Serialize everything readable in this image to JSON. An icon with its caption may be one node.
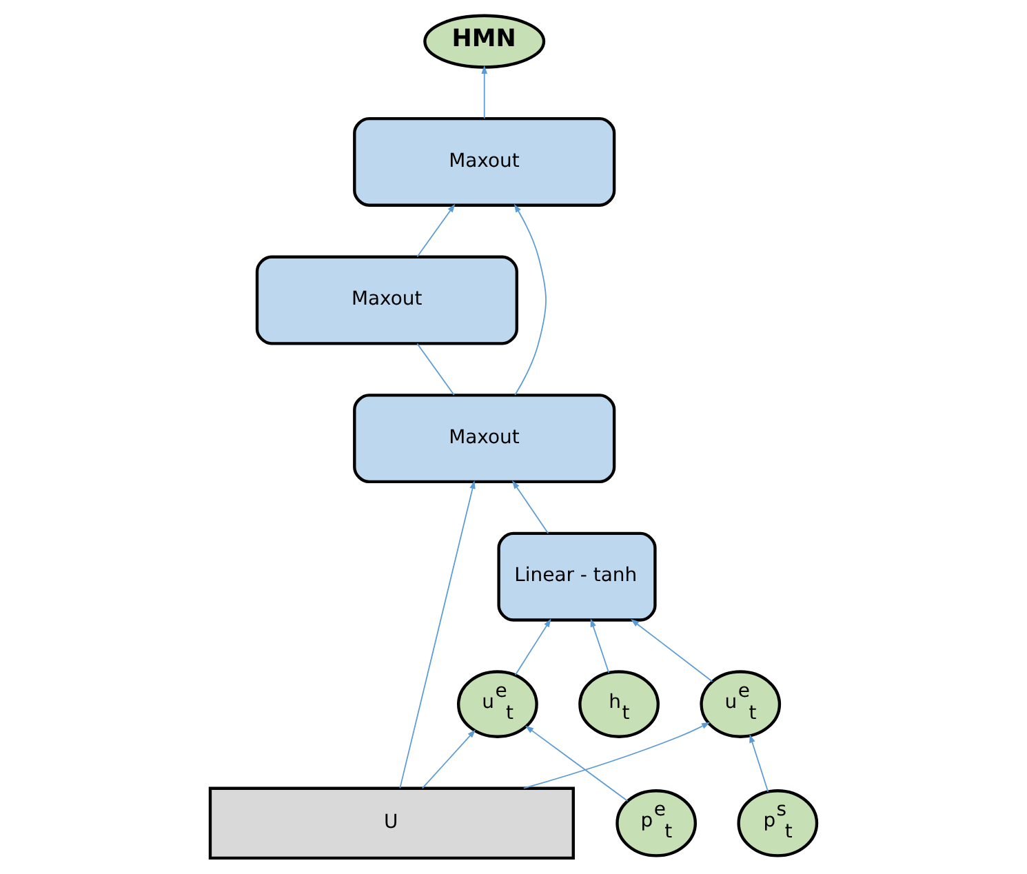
{
  "diagram": {
    "nodes": [
      {
        "text": [
          "HMN"
        ]
      },
      {
        "text": [
          "Maxout"
        ]
      },
      {
        "text": [
          "Maxout"
        ]
      },
      {
        "text": [
          "Maxout"
        ]
      },
      {
        "text": [
          "Linear - tanh"
        ]
      },
      {
        "text": [
          "u$^{e}$$_{t}$"
        ]
      },
      {
        "text": [
          "u$^{e}$$_{t}$"
        ]
      },
      {
        "text": [
          "h$_{t}$"
        ]
      },
      {
        "text": [
          "p$^{e}$$_{t}$"
        ]
      },
      {
        "text": [
          "p$^{s}$$_{t}$"
        ]
      },
      {
        "text": [
          "U"
        ]
      }
    ],
    "edges": [
      {
        "from": 1,
        "to": 0,
        "arrow": "to"
      },
      {
        "from": 2,
        "to": 1,
        "arrow": "to"
      },
      {
        "from": 3,
        "to": 2,
        "arrow": "none"
      },
      {
        "from": 3,
        "to": 1,
        "arrow": "to"
      },
      {
        "from": 10,
        "to": 3,
        "arrow": "to"
      },
      {
        "from": 4,
        "to": 3,
        "arrow": "to"
      },
      {
        "from": 10,
        "to": 5,
        "arrow": "to"
      },
      {
        "from": 10,
        "to": 6,
        "arrow": "to"
      },
      {
        "from": 8,
        "to": 5,
        "arrow": "to"
      },
      {
        "from": 9,
        "to": 6,
        "arrow": "to"
      },
      {
        "from": 5,
        "to": 4,
        "arrow": "to"
      },
      {
        "from": 6,
        "to": 4,
        "arrow": "to"
      },
      {
        "from": 7,
        "to": 4,
        "arrow": "to"
      }
    ]
  }
}
